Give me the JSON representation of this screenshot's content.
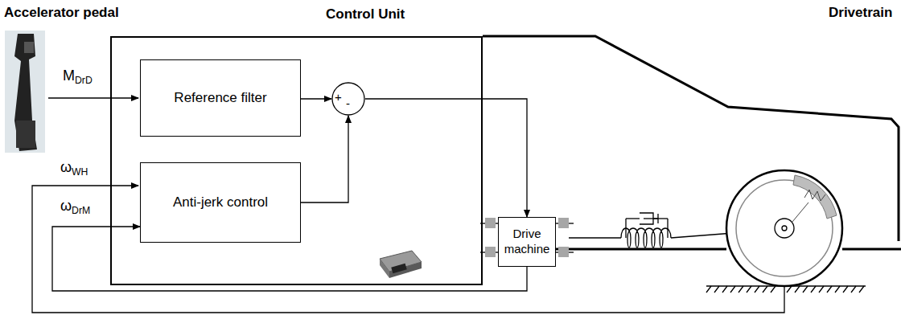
{
  "diagram": {
    "nodes": [
      {
        "text": [
          "Control Unit"
        ]
      },
      {
        "text": [
          "Reference filter"
        ],
        "in": 0
      },
      {
        "text": [
          "Anti-jerk control"
        ],
        "in": 0
      },
      {
        "text": [
          "+",
          "-"
        ],
        "in": 0
      },
      {
        "text": [
          "Drive machine"
        ]
      }
    ],
    "edges": [
      {
        "from": 1,
        "to": 3,
        "arrow": "to"
      },
      {
        "from": 2,
        "to": 3,
        "arrow": "to"
      },
      {
        "from": 3,
        "to": 4,
        "arrow": "to"
      },
      {
        "from": 4,
        "to": 2,
        "arrow": "to"
      }
    ],
    "labels": [
      "Accelerator pedal",
      "Drivetrain",
      "MDrD",
      "ωWH",
      "ωDrM"
    ]
  }
}
